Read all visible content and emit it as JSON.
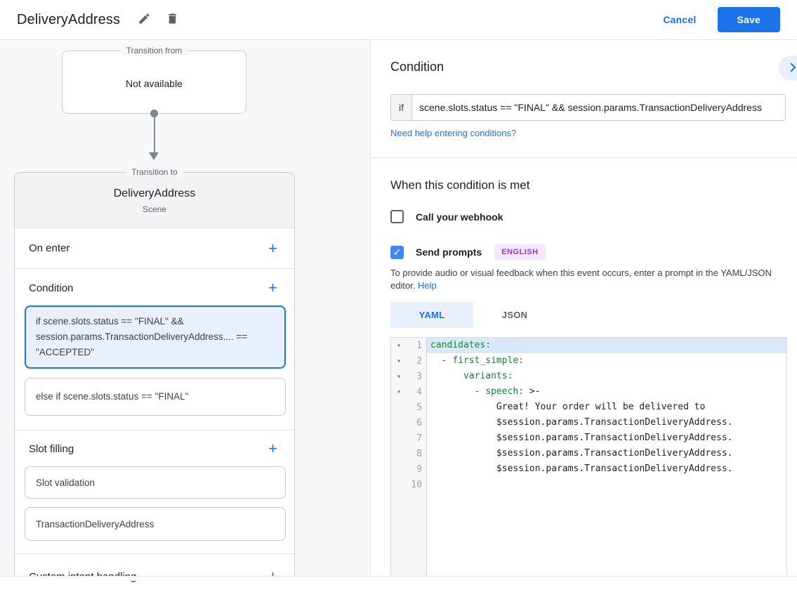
{
  "header": {
    "title": "DeliveryAddress",
    "cancel_label": "Cancel",
    "save_label": "Save"
  },
  "flow": {
    "transition_from_label": "Transition from",
    "transition_from_value": "Not available",
    "transition_to_label": "Transition to",
    "scene_name": "DeliveryAddress",
    "scene_type": "Scene"
  },
  "scene_sections": {
    "on_enter_label": "On enter",
    "condition_heading": "Condition",
    "condition_active": "if scene.slots.status == \"FINAL\" && session.params.TransactionDeliveryAddress.... == \"ACCEPTED\"",
    "condition_else": "else if scene.slots.status == \"FINAL\"",
    "slot_filling_heading": "Slot filling",
    "slot_items": [
      "Slot validation",
      "TransactionDeliveryAddress"
    ],
    "custom_intent_label": "Custom intent handling"
  },
  "panel": {
    "heading": "Condition",
    "if_label": "if",
    "if_value": "scene.slots.status == \"FINAL\" && session.params.TransactionDeliveryAddress",
    "help_link": "Need help entering conditions?",
    "when_heading": "When this condition is met",
    "webhook": {
      "label": "Call your webhook",
      "checked": false
    },
    "send_prompts": {
      "label": "Send prompts",
      "checked": true
    },
    "language_badge": "ENGLISH",
    "description": "To provide audio or visual feedback when this event occurs, enter a prompt in the YAML/JSON editor.",
    "help_label": "Help",
    "tabs": [
      {
        "label": "YAML",
        "active": true
      },
      {
        "label": "JSON",
        "active": false
      }
    ]
  },
  "editor": {
    "lines": [
      {
        "num": "1",
        "fold": true,
        "highlight": true,
        "indent": 0,
        "dash": "",
        "key": "candidates:",
        "rest": "",
        "plain": ""
      },
      {
        "num": "2",
        "fold": true,
        "highlight": false,
        "indent": 2,
        "dash": "- ",
        "key": "first_simple:",
        "rest": "",
        "plain": ""
      },
      {
        "num": "3",
        "fold": true,
        "highlight": false,
        "indent": 6,
        "dash": "",
        "key": "variants:",
        "rest": "",
        "plain": ""
      },
      {
        "num": "4",
        "fold": true,
        "highlight": false,
        "indent": 8,
        "dash": "- ",
        "key": "speech:",
        "rest": " >-",
        "plain": ""
      },
      {
        "num": "5",
        "fold": false,
        "highlight": false,
        "indent": 12,
        "dash": "",
        "key": "",
        "rest": "",
        "plain": "Great! Your order will be delivered to"
      },
      {
        "num": "6",
        "fold": false,
        "highlight": false,
        "indent": 12,
        "dash": "",
        "key": "",
        "rest": "",
        "plain": "$session.params.TransactionDeliveryAddress."
      },
      {
        "num": "7",
        "fold": false,
        "highlight": false,
        "indent": 12,
        "dash": "",
        "key": "",
        "rest": "",
        "plain": "$session.params.TransactionDeliveryAddress."
      },
      {
        "num": "8",
        "fold": false,
        "highlight": false,
        "indent": 12,
        "dash": "",
        "key": "",
        "rest": "",
        "plain": "$session.params.TransactionDeliveryAddress."
      },
      {
        "num": "9",
        "fold": false,
        "highlight": false,
        "indent": 12,
        "dash": "",
        "key": "",
        "rest": "",
        "plain": "$session.params.TransactionDeliveryAddress."
      },
      {
        "num": "10",
        "fold": false,
        "highlight": false,
        "indent": 0,
        "dash": "",
        "key": "",
        "rest": "",
        "plain": ""
      }
    ]
  },
  "colors": {
    "accent_blue": "#1a73e8",
    "checkbox_blue": "#4285f4",
    "badge_bg": "#f3e8fd",
    "badge_text": "#9334e6",
    "code_key_green": "#188038",
    "condition_highlight_bg": "#e8f0fe",
    "line_highlight": "#d9e9fb",
    "panel_bg": "#f7f8f9"
  }
}
